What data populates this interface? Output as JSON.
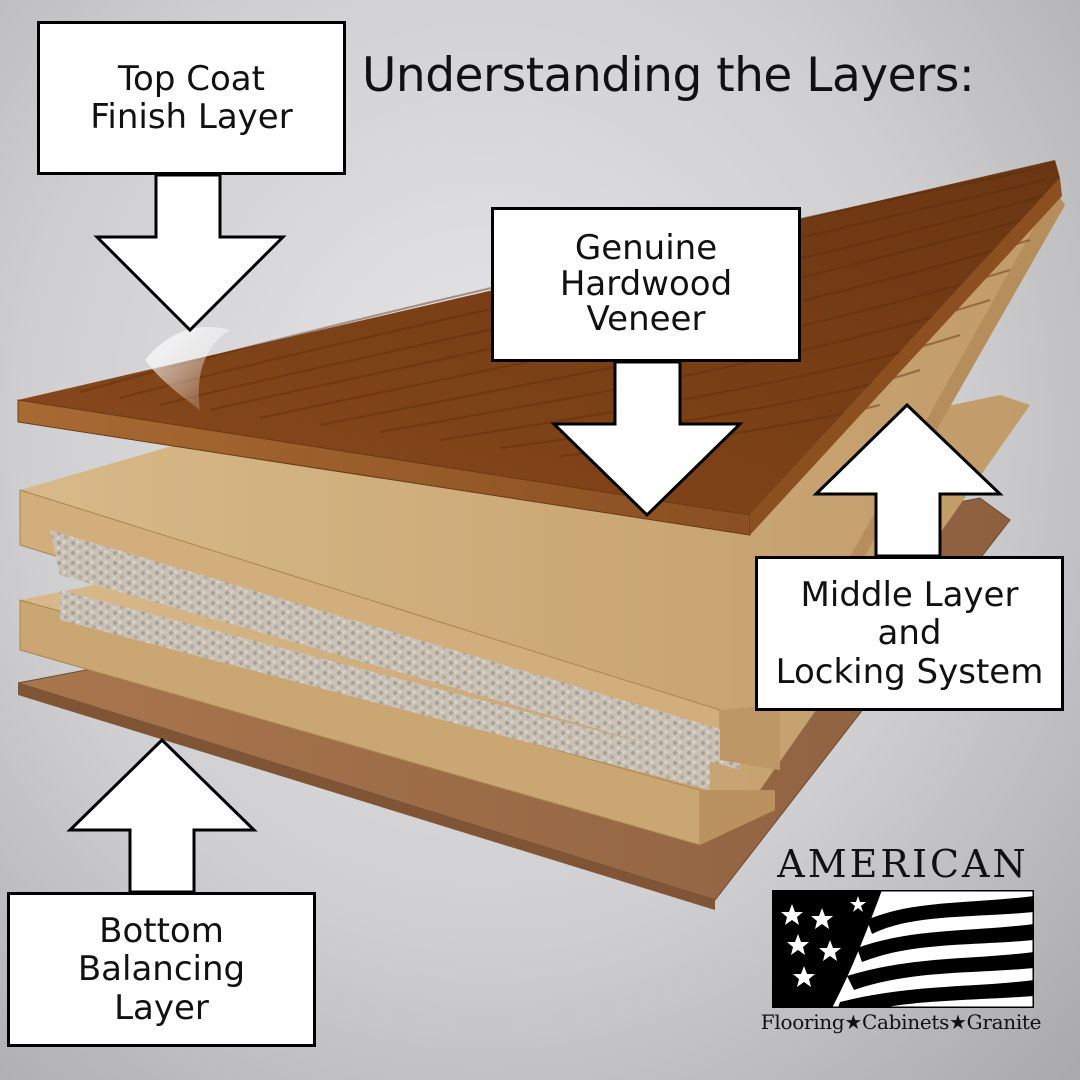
{
  "title": "Understanding the Layers:",
  "labels": {
    "top_coat": {
      "line1": "Top Coat",
      "line2": "Finish Layer"
    },
    "veneer": {
      "line1": "Genuine",
      "line2": "Hardwood",
      "line3": "Veneer"
    },
    "middle": {
      "line1": "Middle Layer",
      "line2": "and",
      "line3": "Locking System"
    },
    "bottom": {
      "line1": "Bottom",
      "line2": "Balancing",
      "line3": "Layer"
    }
  },
  "logo": {
    "name": "AMERICAN",
    "tagline": "Flooring★Cabinets★Granite"
  },
  "colors": {
    "veneer": "#7a4218",
    "core": "#c9a676",
    "foam": "#c8c0b4",
    "bottom": "#9c6b45",
    "box_border": "#000000"
  }
}
